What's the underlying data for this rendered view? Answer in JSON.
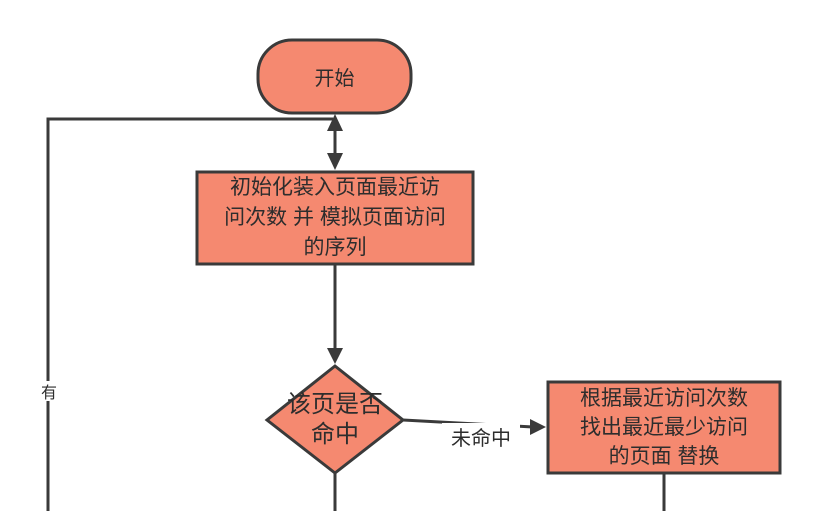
{
  "colors": {
    "background": "#ffffff",
    "node_fill": "#f58970",
    "node_stroke": "#3a3a3a",
    "connector": "#3a3a3a",
    "text": "#2d2d2d"
  },
  "nodes": {
    "start": {
      "type": "terminator",
      "label": "开始"
    },
    "init": {
      "type": "process",
      "label": "初始化装入页面最近访\n问次数 并 模拟页面访问\n的序列"
    },
    "hit_check": {
      "type": "decision",
      "label": "该页是否\n命中"
    },
    "replace": {
      "type": "process",
      "label": "根据最近访问次数\n找出最近最少访问\n的页面 替换"
    }
  },
  "edges": {
    "miss_label": "未命中",
    "hit_loop_label": "有"
  }
}
